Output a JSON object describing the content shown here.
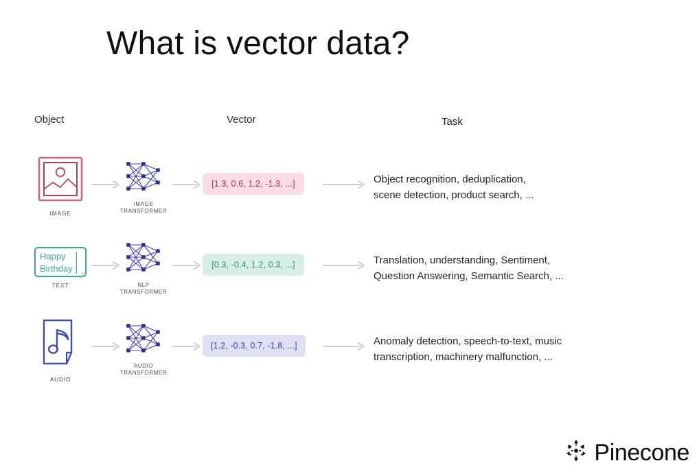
{
  "slide": {
    "title": "What is vector data?",
    "background_color": "#ffffff"
  },
  "columns": {
    "object": "Object",
    "vector": "Vector",
    "task": "Task"
  },
  "rows": [
    {
      "object_icon": "image-file-icon",
      "object_caption": "IMAGE",
      "object_color": "#b5556e",
      "transformer_icon": "neural-network-icon",
      "transformer_line1": "IMAGE",
      "transformer_line2": "TRANSFORMER",
      "vector_value": "[1.3, 0.6, 1.2, -1.3, ...]",
      "vector_chip_bg": "#fbdde6",
      "vector_chip_fg": "#b5294b",
      "task_line1": "Object recognition, deduplication,",
      "task_line2": "scene detection, product search, ..."
    },
    {
      "object_icon": "text-box-icon",
      "object_caption": "TEXT",
      "object_color": "#3aa893",
      "object_text_line1": "Happy",
      "object_text_line2": "Birthday",
      "transformer_icon": "neural-network-icon",
      "transformer_line1": "NLP",
      "transformer_line2": "TRANSFORMER",
      "vector_value": "[0.3, -0.4, 1.2, 0.3, ...]",
      "vector_chip_bg": "#d8efe8",
      "vector_chip_fg": "#2f8f7d",
      "task_line1": "Translation, understanding, Sentiment,",
      "task_line2": "Question Answering, Semantic Search, ..."
    },
    {
      "object_icon": "audio-file-icon",
      "object_caption": "AUDIO",
      "object_color": "#3f4f9e",
      "transformer_icon": "neural-network-icon",
      "transformer_line1": "AUDIO",
      "transformer_line2": "TRANSFORMER",
      "vector_value": "[1.2, -0.3, 0.7, -1.8, ...]",
      "vector_chip_bg": "#dfe0f4",
      "vector_chip_fg": "#3b3fad",
      "task_line1": "Anomaly detection, speech-to-text, music",
      "task_line2": "transcription, machinery malfunction, ..."
    }
  ],
  "arrows": {
    "icon": "arrow-right-icon",
    "color": "#cfcfcf"
  },
  "footer": {
    "logo_mark": "pinecone-logo-icon",
    "logo_text": "Pinecone"
  }
}
